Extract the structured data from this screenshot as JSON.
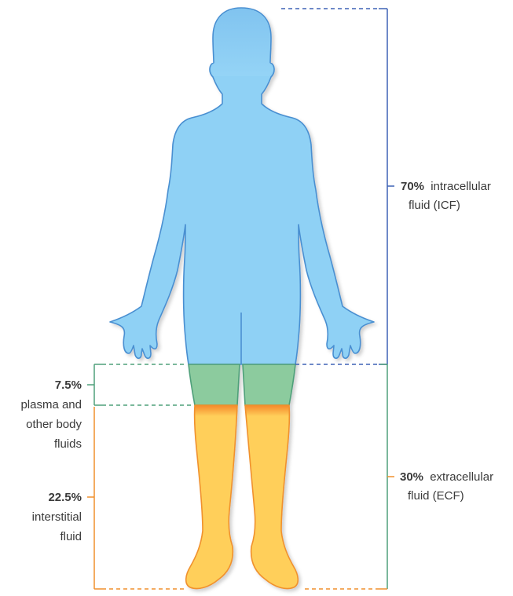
{
  "icf": {
    "percent": "70%",
    "line1": "intracellular",
    "line2": "fluid (ICF)"
  },
  "ecf": {
    "percent": "30%",
    "line1": "extracellular",
    "line2": "fluid (ECF)"
  },
  "plasma": {
    "percent": "7.5%",
    "line1": "plasma and",
    "line2": "other body",
    "line3": "fluids"
  },
  "interstitial": {
    "percent": "22.5%",
    "line1": "interstitial",
    "line2": "fluid"
  },
  "colors": {
    "icf": "#8fd1f5",
    "icf_outline": "#4a8fd1",
    "plasma": "#8ccb9e",
    "plasma_outline": "#4fa07a",
    "interstitial": "#ffcf5a",
    "interstitial_top": "#f5882a",
    "interstitial_outline": "#f0912d"
  }
}
